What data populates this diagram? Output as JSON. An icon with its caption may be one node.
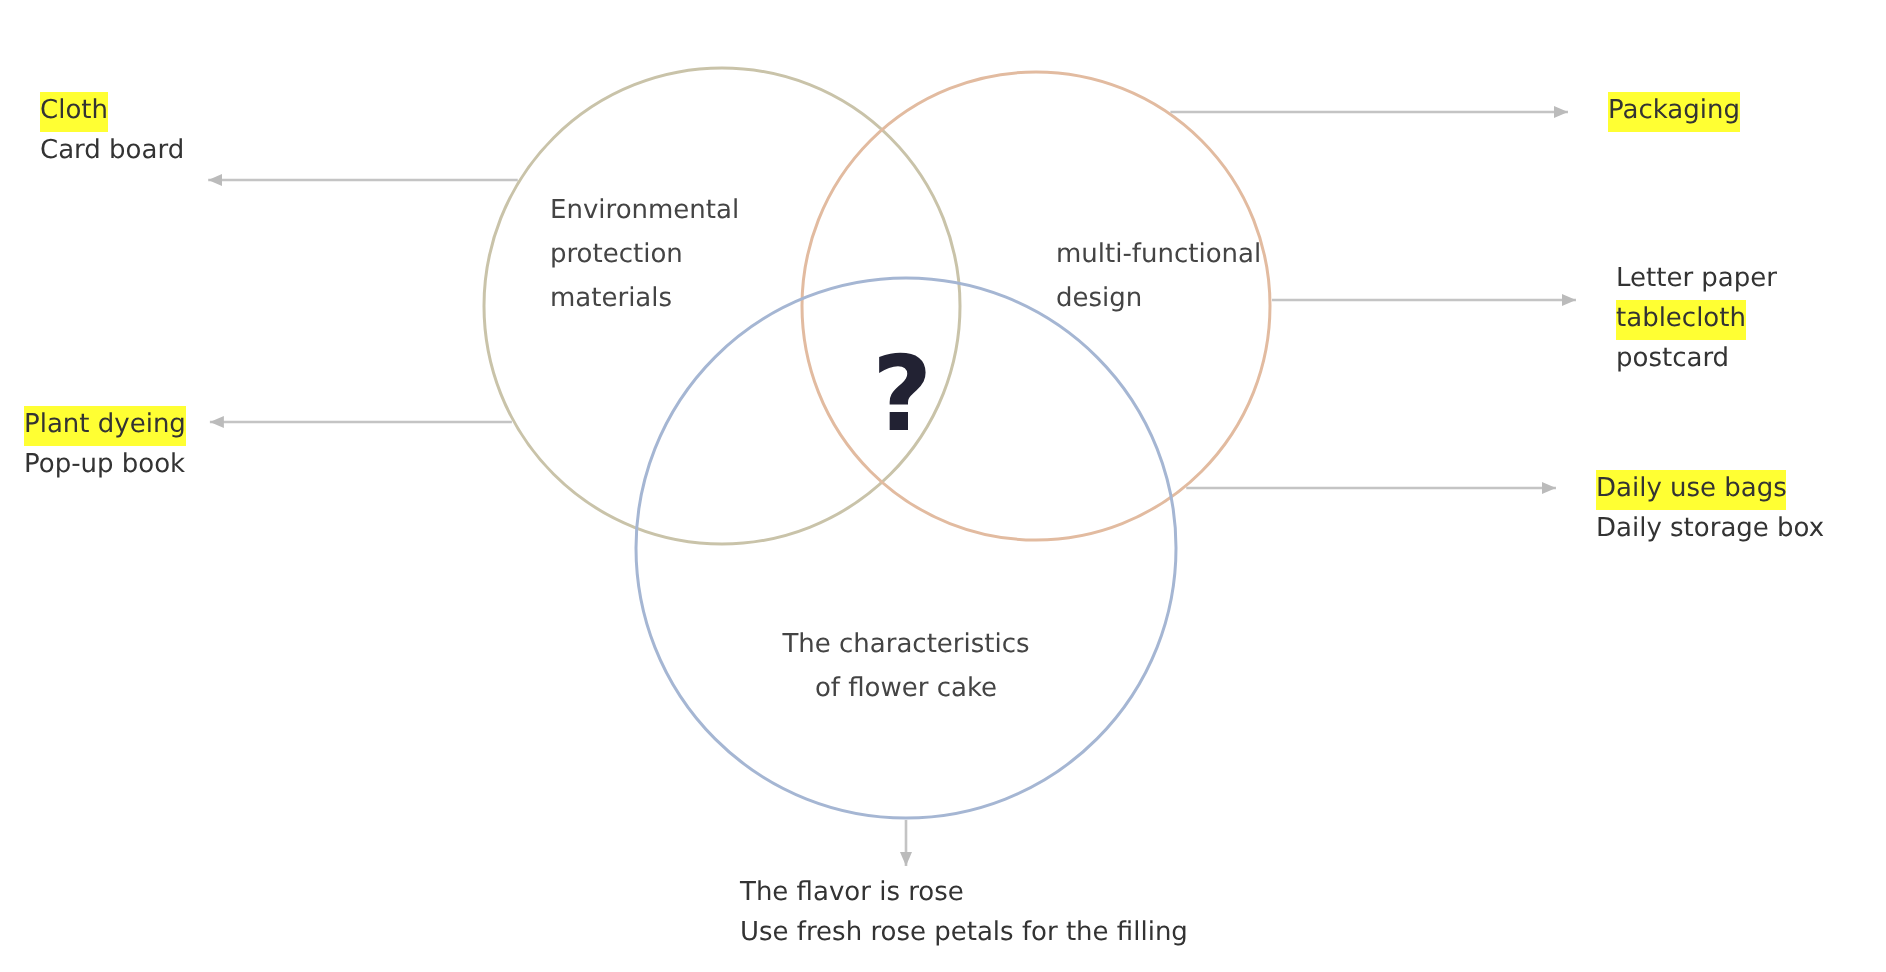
{
  "diagram": {
    "nodes": [
      {
        "text": [
          "Environmental protection materials"
        ]
      },
      {
        "text": [
          "multi-functional design"
        ]
      },
      {
        "text": [
          "The characteristics of flower cake"
        ]
      },
      {
        "text": [
          "Cloth",
          "Card board"
        ]
      },
      {
        "text": [
          "Plant dyeing",
          "Pop-up book"
        ]
      },
      {
        "text": [
          "Packaging"
        ]
      },
      {
        "text": [
          "Letter paper",
          "tablecloth",
          "postcard"
        ]
      },
      {
        "text": [
          "Daily use bags",
          "Daily storage box"
        ]
      },
      {
        "text": [
          "The flavor is rose",
          "Use fresh rose petals for the filling"
        ]
      }
    ],
    "edges": [
      {
        "from": 0,
        "to": 3,
        "arrow": "to"
      },
      {
        "from": 0,
        "to": 4,
        "arrow": "to"
      },
      {
        "from": 1,
        "to": 5,
        "arrow": "to"
      },
      {
        "from": 1,
        "to": 6,
        "arrow": "to"
      },
      {
        "from": 1,
        "to": 7,
        "arrow": "to"
      },
      {
        "from": 2,
        "to": 8,
        "arrow": "to"
      }
    ],
    "labels": [
      "?"
    ]
  }
}
